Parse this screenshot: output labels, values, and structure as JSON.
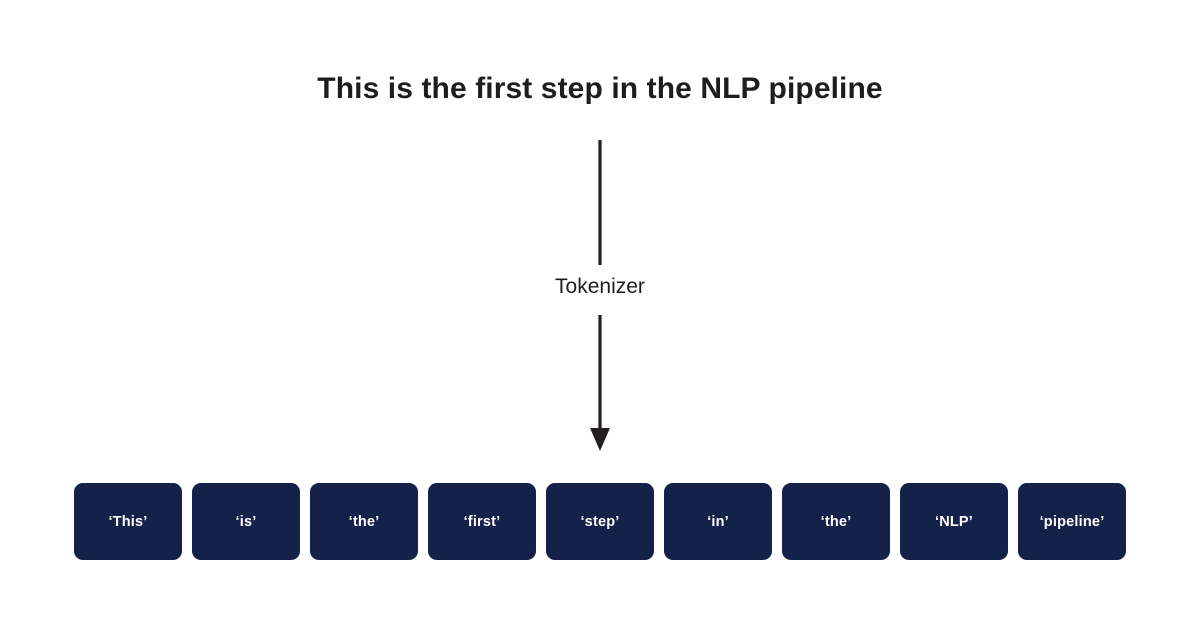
{
  "diagram": {
    "title": "This is the first step in the NLP pipeline",
    "stage_label": "Tokenizer",
    "background_color": "#ffffff",
    "text_color": "#1d1d1d",
    "arrow_color": "#231f20",
    "token_box_color": "#14224a",
    "token_text_color": "#ffffff",
    "tokens": [
      {
        "label": "‘This’"
      },
      {
        "label": "‘is’"
      },
      {
        "label": "‘the’"
      },
      {
        "label": "‘first’"
      },
      {
        "label": "‘step’"
      },
      {
        "label": "‘in’"
      },
      {
        "label": "‘the’"
      },
      {
        "label": "‘NLP’"
      },
      {
        "label": "‘pipeline’"
      }
    ]
  }
}
